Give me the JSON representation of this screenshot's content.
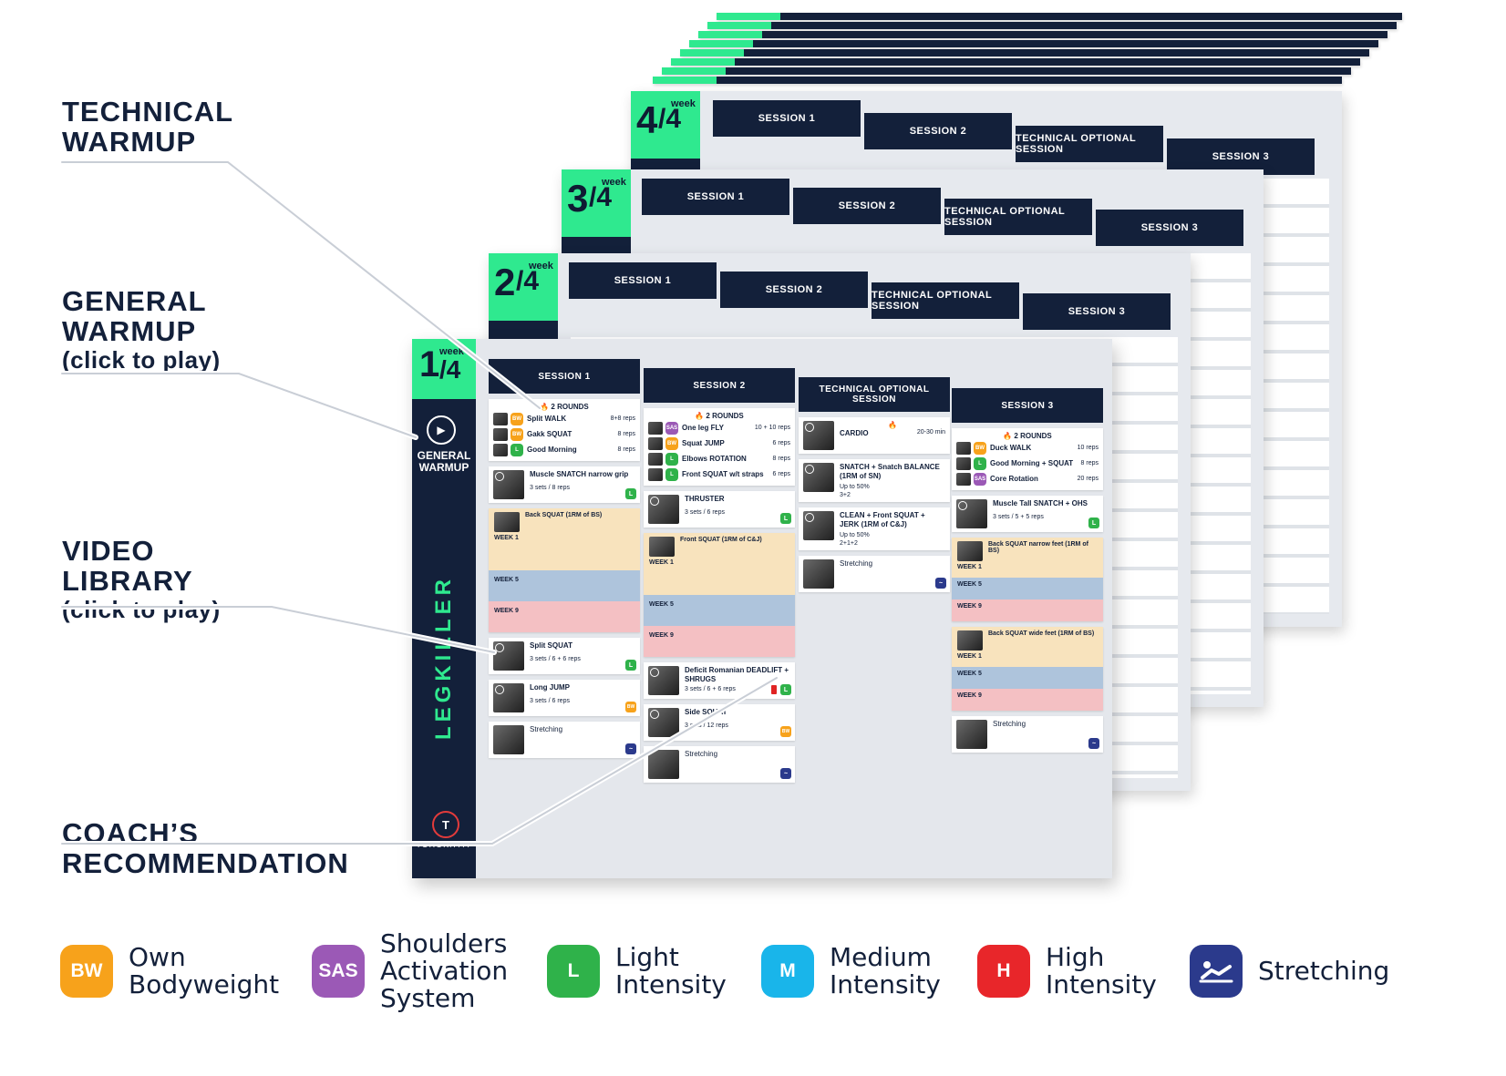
{
  "annotations": [
    {
      "title": "TECHNICAL\nWARMUP",
      "sub": ""
    },
    {
      "title": "GENERAL\nWARMUP",
      "sub": "(click to play)"
    },
    {
      "title": "VIDEO\nLIBRARY",
      "sub": "(click to play)"
    },
    {
      "title": "COACH’S\nRECOMMENDATION",
      "sub": ""
    }
  ],
  "weeks": [
    {
      "num": "1",
      "total": "/4",
      "label": "week"
    },
    {
      "num": "2",
      "total": "/4",
      "label": "week"
    },
    {
      "num": "3",
      "total": "/4",
      "label": "week"
    },
    {
      "num": "4",
      "total": "/4",
      "label": "week"
    }
  ],
  "program_name": "LEGKILLER",
  "general_warmup_label": "GENERAL\nWARMUP",
  "brand": "TOROKHTIY",
  "session_headers": [
    "SESSION 1",
    "SESSION 2",
    "TECHNICAL OPTIONAL SESSION",
    "SESSION 3"
  ],
  "front": {
    "s1": {
      "rounds": "2 ROUNDS",
      "warmup": [
        {
          "badge": "BW",
          "name": "Split WALK",
          "reps": "8+8 reps"
        },
        {
          "badge": "BW",
          "name": "Gakk SQUAT",
          "reps": "8 reps"
        },
        {
          "badge": "L",
          "name": "Good Morning",
          "reps": "8 reps"
        }
      ],
      "ex1": {
        "name": "Muscle SNATCH narrow grip",
        "sets": "3 sets / 8 reps",
        "badge": "L"
      },
      "pct": {
        "name": "Back SQUAT (1RM of BS)",
        "w1": "WEEK 1",
        "w5": "WEEK 5",
        "w9": "WEEK 9"
      },
      "ex2": {
        "name": "Split SQUAT",
        "sets": "3 sets / 6 + 6 reps",
        "badge": "L"
      },
      "ex3": {
        "name": "Long JUMP",
        "sets": "3 sets / 6 reps",
        "badge": "BW"
      },
      "stretch": "Stretching"
    },
    "s2": {
      "rounds": "2 ROUNDS",
      "warmup": [
        {
          "badge": "SAS",
          "name": "One leg FLY",
          "reps": "10 + 10 reps"
        },
        {
          "badge": "BW",
          "name": "Squat JUMP",
          "reps": "6 reps"
        },
        {
          "badge": "L",
          "name": "Elbows ROTATION",
          "reps": "8 reps"
        },
        {
          "badge": "L",
          "name": "Front SQUAT w/t straps",
          "reps": "6 reps"
        }
      ],
      "ex1": {
        "name": "THRUSTER",
        "sets": "3 sets / 6 reps",
        "badge": "L"
      },
      "pct": {
        "name": "Front SQUAT (1RM of C&J)",
        "w1": "WEEK 1",
        "w5": "WEEK 5",
        "w9": "WEEK 9"
      },
      "ex2": {
        "name": "Deficit Romanian DEADLIFT + SHRUGS",
        "sets": "3 sets / 6 + 6 reps",
        "badge": "L"
      },
      "ex3": {
        "name": "Side SQUAT",
        "sets": "3 sets / 12 reps",
        "badge": "BW"
      },
      "stretch": "Stretching"
    },
    "s3": {
      "cardio": {
        "name": "CARDIO",
        "dur": "20-30 min"
      },
      "ex1": {
        "name": "SNATCH + Snatch BALANCE (1RM of SN)",
        "up": "Up to 50%",
        "scheme": "3+2"
      },
      "ex2": {
        "name": "CLEAN + Front SQUAT + JERK (1RM of C&J)",
        "up": "Up to 50%",
        "scheme": "2+1+2"
      },
      "stretch": "Stretching"
    },
    "s4": {
      "rounds": "2 ROUNDS",
      "warmup": [
        {
          "badge": "BW",
          "name": "Duck WALK",
          "reps": "10 reps"
        },
        {
          "badge": "L",
          "name": "Good Morning + SQUAT",
          "reps": "8 reps"
        },
        {
          "badge": "SAS",
          "name": "Core Rotation",
          "reps": "20 reps"
        }
      ],
      "ex1": {
        "name": "Muscle Tall SNATCH + OHS",
        "sets": "3 sets / 5 + 5 reps",
        "badge": "L"
      },
      "pct1": {
        "name": "Back SQUAT narrow feet (1RM of BS)",
        "w1": "WEEK 1",
        "w5": "WEEK 5",
        "w9": "WEEK 9"
      },
      "pct2": {
        "name": "Back SQUAT wide feet (1RM of BS)",
        "w1": "WEEK 1",
        "w5": "WEEK 5",
        "w9": "WEEK 9"
      },
      "stretch": "Stretching"
    }
  },
  "legend": [
    {
      "badge": "BW",
      "label": "Own\nBodyweight",
      "color": "#f7a21b"
    },
    {
      "badge": "SAS",
      "label": "Shoulders\nActivation\nSystem",
      "color": "#9b59b6"
    },
    {
      "badge": "L",
      "label": "Light\nIntensity",
      "color": "#2fb24a"
    },
    {
      "badge": "M",
      "label": "Medium\nIntensity",
      "color": "#19b5ea"
    },
    {
      "badge": "H",
      "label": "High\nIntensity",
      "color": "#e8262a"
    },
    {
      "badge": "",
      "label": "Stretching",
      "color": "#2b3a8c",
      "icon": "stretching-icon"
    }
  ],
  "colors": {
    "navy": "#13203a",
    "green": "#2fe98f",
    "week1": "#f8e3bd",
    "week5": "#aec4dc",
    "week9": "#f4c0c3"
  }
}
